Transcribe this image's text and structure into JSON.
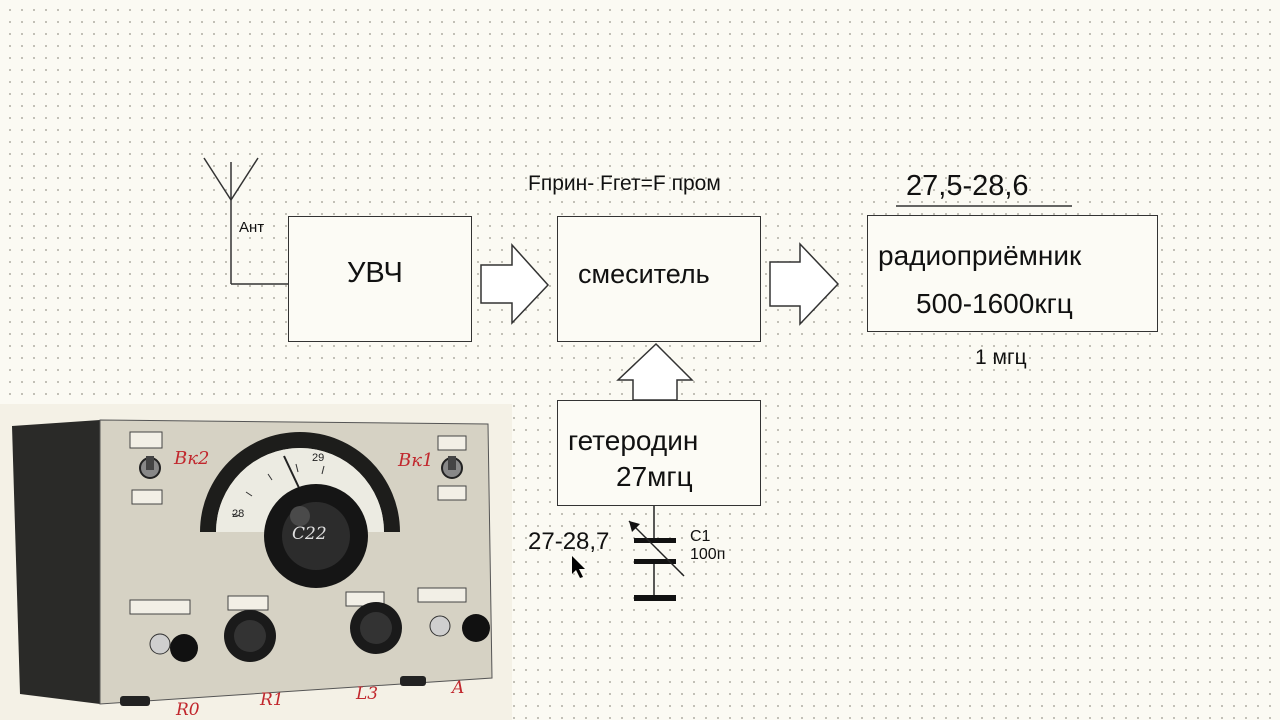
{
  "diagram": {
    "antenna_label": "Ант",
    "formula": "Fприн- Fгет=F пром",
    "range_top": "27,5-28,6",
    "blocks": {
      "rf_amp": "УВЧ",
      "mixer": "смеситель",
      "receiver_line1": "радиоприёмник",
      "receiver_line2": "500-1600кгц",
      "oscillator_line1": "гетеродин",
      "oscillator_line2": "27мгц"
    },
    "if_label": "1 мгц",
    "tuning_range": "27-28,7",
    "capacitor_name": "C1",
    "capacitor_value": "100п"
  },
  "photo": {
    "labels": {
      "switch_2": "Вк2",
      "switch_1": "Вк1",
      "dial_capacitor": "C22",
      "dial_mark_high": "29",
      "dial_mark_low": "28",
      "knob_r0": "R0",
      "knob_r1": "R1",
      "knob_l3": "L3",
      "knob_a": "A"
    }
  }
}
